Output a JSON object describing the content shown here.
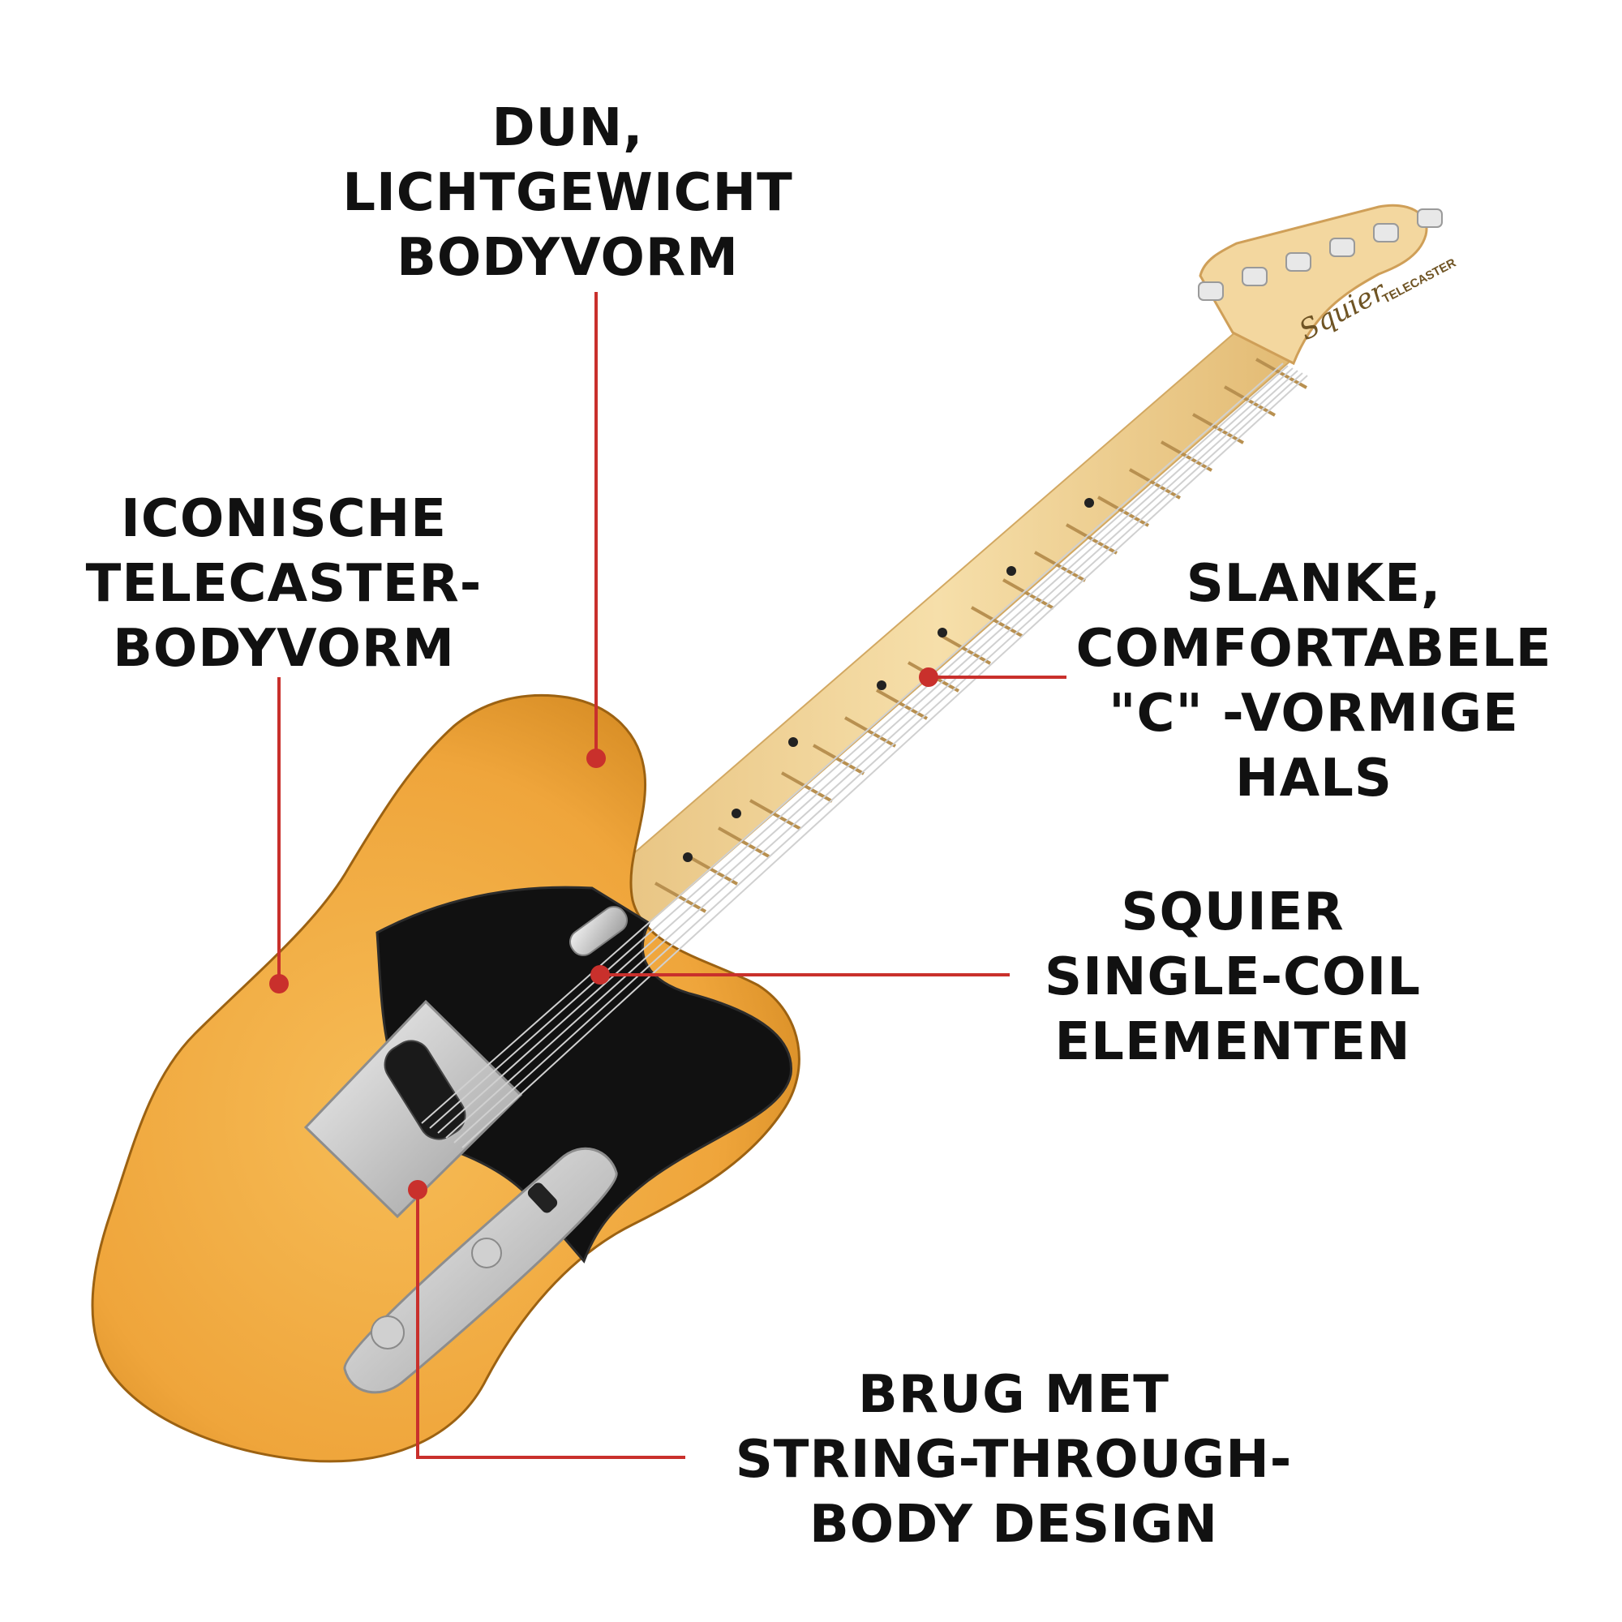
{
  "colors": {
    "callout_line": "#c9302c",
    "callout_text": "#111111",
    "body_finish": "#f2a93b",
    "pickguard": "#111111",
    "maple_neck": "#f1d49a",
    "chrome": "#d8d8d8"
  },
  "callouts": {
    "thin_body": {
      "lines": [
        "DUN,",
        "LICHTGEWICHT",
        "BODYVORM"
      ]
    },
    "iconic_body": {
      "lines": [
        "ICONISCHE",
        "TELECASTER-",
        "BODYVORM"
      ]
    },
    "neck": {
      "lines": [
        "SLANKE,",
        "COMFORTABELE",
        "\"C\" -VORMIGE",
        "HALS"
      ]
    },
    "pickups": {
      "lines": [
        "SQUIER",
        "SINGLE-COIL",
        "ELEMENTEN"
      ]
    },
    "bridge": {
      "lines": [
        "BRUG MET",
        "STRING-THROUGH-",
        "BODY DESIGN"
      ]
    }
  },
  "headstock": {
    "brand": "Squier",
    "model": "TELECASTER"
  }
}
